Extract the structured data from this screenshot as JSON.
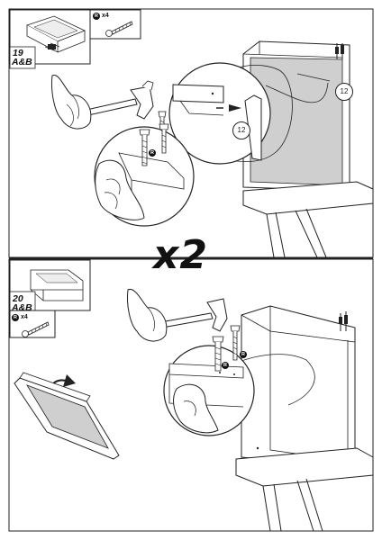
{
  "steps": [
    {
      "number": "19",
      "subtitle": "A&B",
      "part_letter": "R",
      "part_qty": "x4",
      "callout_label": "12",
      "callout_label_2": "12"
    },
    {
      "number": "20",
      "subtitle": "A&B",
      "part_letter": "R",
      "part_qty": "x4"
    }
  ],
  "repeat_label": "x2",
  "badge_letter": "R",
  "icons": [
    "hammer-icon",
    "screw-icon",
    "hand-icon",
    "rotate-arrow-icon",
    "push-arrow-icon",
    "mirror-cabinet-icon",
    "drawer-icon",
    "table-icon"
  ],
  "colors": {
    "line": "#222222",
    "mirror_fill": "#d0d0d0",
    "background": "#ffffff"
  }
}
